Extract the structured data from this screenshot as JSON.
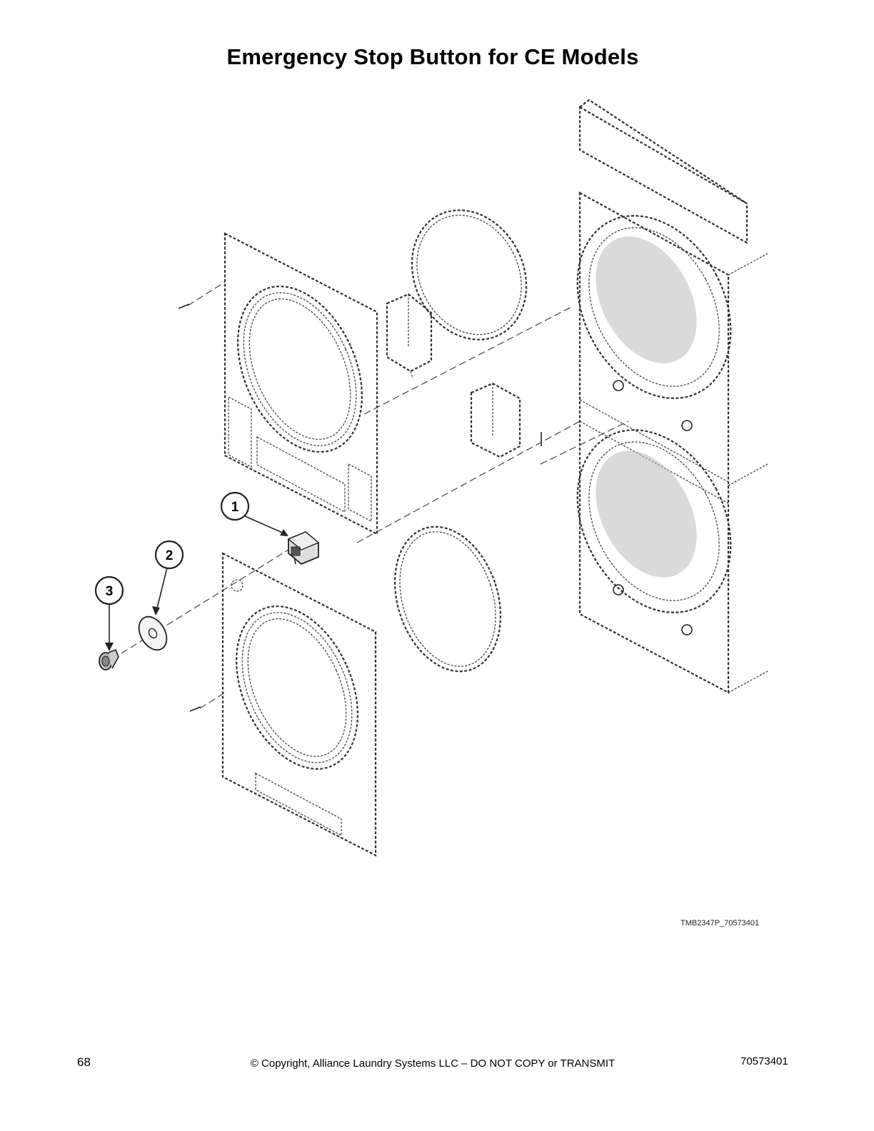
{
  "page": {
    "title": "Emergency Stop Button for CE Models",
    "figure_code": "TMB2347P_70573401",
    "page_number": "68",
    "copyright": "© Copyright, Alliance Laundry Systems LLC – DO NOT COPY or TRANSMIT",
    "document_number": "70573401"
  },
  "callouts": [
    {
      "id": "1",
      "label": "1"
    },
    {
      "id": "2",
      "label": "2"
    },
    {
      "id": "3",
      "label": "3"
    }
  ],
  "icons": {
    "emergency_stop_switch": "emergency-stop-switch-icon",
    "washer": "washer-icon",
    "stop_button": "stop-button-icon"
  }
}
